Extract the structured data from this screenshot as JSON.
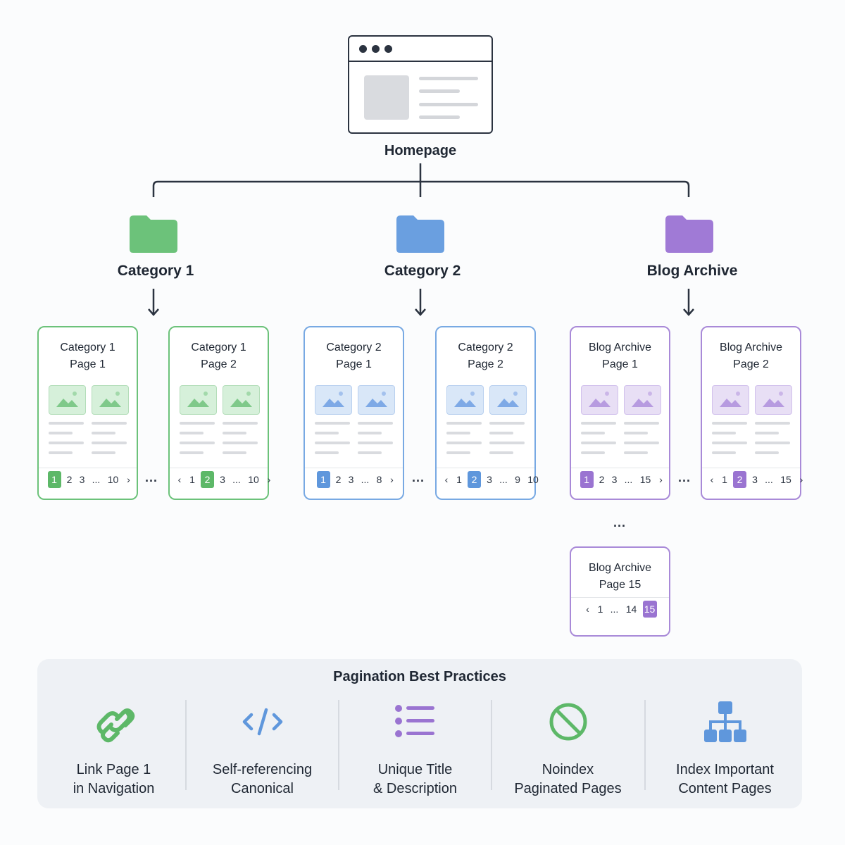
{
  "homepage": {
    "label": "Homepage"
  },
  "branches": [
    {
      "title": "Category 1",
      "color": "#6cc27a"
    },
    {
      "title": "Category 2",
      "color": "#6a9fe0"
    },
    {
      "title": "Blog Archive",
      "color": "#a07ad6"
    }
  ],
  "cards": [
    {
      "title1": "Category 1",
      "title2": "Page 1",
      "pager": [
        "1",
        "2",
        "3",
        "...",
        "10",
        "›"
      ],
      "active": "1"
    },
    {
      "title1": "Category 1",
      "title2": "Page 2",
      "pager": [
        "‹",
        "1",
        "2",
        "3",
        "...",
        "10",
        "›"
      ],
      "active": "2"
    },
    {
      "title1": "Category 2",
      "title2": "Page 1",
      "pager": [
        "1",
        "2",
        "3",
        "...",
        "8",
        "›"
      ],
      "active": "1"
    },
    {
      "title1": "Category 2",
      "title2": "Page 2",
      "pager": [
        "‹",
        "1",
        "2",
        "3",
        "...",
        "9",
        "10"
      ],
      "active": "2"
    },
    {
      "title1": "Blog Archive",
      "title2": "Page 1",
      "pager": [
        "1",
        "2",
        "3",
        "...",
        "15",
        "›"
      ],
      "active": "1"
    },
    {
      "title1": "Blog Archive",
      "title2": "Page 2",
      "pager": [
        "‹",
        "1",
        "2",
        "3",
        "...",
        "15",
        "›"
      ],
      "active": "2"
    },
    {
      "title1": "Blog Archive",
      "title2": "Page 15",
      "pager": [
        "‹",
        "1",
        "...",
        "14",
        "15"
      ],
      "active": "15"
    }
  ],
  "ellipsis": "...",
  "best_practices": {
    "title": "Pagination Best Practices",
    "items": [
      {
        "label": "Link Page 1\nin Navigation",
        "icon": "link-icon"
      },
      {
        "label": "Self-referencing\nCanonical",
        "icon": "code-icon"
      },
      {
        "label": "Unique Title\n& Description",
        "icon": "list-icon"
      },
      {
        "label": "Noindex\nPaginated Pages",
        "icon": "prohibited-icon"
      },
      {
        "label": "Index Important\nContent Pages",
        "icon": "sitemap-icon"
      }
    ],
    "icon_colors": {
      "link": "#5db868",
      "code": "#5f97dc",
      "list": "#9a74d1",
      "prohibited": "#5db868",
      "sitemap": "#5f97dc"
    }
  }
}
